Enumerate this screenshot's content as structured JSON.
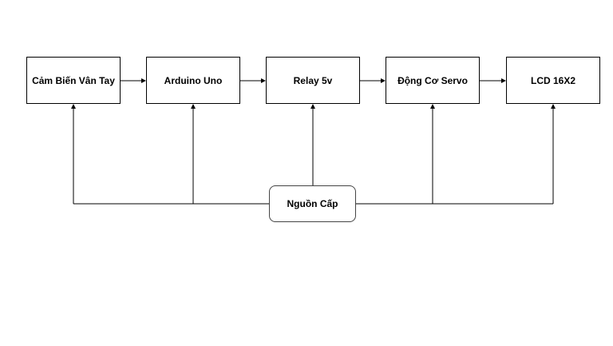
{
  "diagram": {
    "blocks": [
      {
        "id": "sensor",
        "label": "Cảm Biến Vân Tay"
      },
      {
        "id": "arduino",
        "label": "Arduino Uno"
      },
      {
        "id": "relay",
        "label": "Relay 5v"
      },
      {
        "id": "servo",
        "label": "Động Cơ Servo"
      },
      {
        "id": "lcd",
        "label": "LCD 16X2"
      }
    ],
    "power": {
      "label": "Nguồn Cấp"
    },
    "line_color": "#000000"
  }
}
